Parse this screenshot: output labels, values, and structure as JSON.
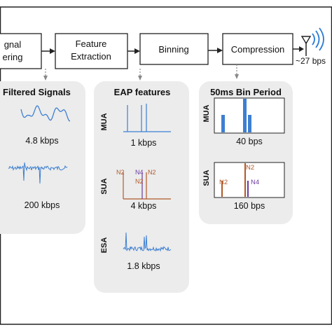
{
  "pipeline": {
    "blocks": [
      {
        "line1": "gnal",
        "line2": "ering"
      },
      {
        "line1": "Feature",
        "line2": "Extraction"
      },
      {
        "line1": "Binning",
        "line2": ""
      },
      {
        "line1": "Compression",
        "line2": ""
      }
    ],
    "output_rate": "~27 bps"
  },
  "panels": {
    "filtered": {
      "title": "Filtered Signals",
      "rate_lfp": "4.8 kbps",
      "rate_raw": "200 kbps"
    },
    "eap": {
      "title": "EAP features",
      "mua_label": "MUA",
      "sua_label": "SUA",
      "esa_label": "ESA",
      "mua_rate": "1 kbps",
      "sua_rate": "4 kbps",
      "esa_rate": "1.8 kbps",
      "sua_tags": [
        "N2",
        "N4",
        "N2",
        "N2"
      ]
    },
    "bin": {
      "title": "50ms Bin Period",
      "mua_label": "MUA",
      "sua_label": "SUA",
      "mua_rate": "40 bps",
      "sua_rate": "160 bps",
      "sua_tags": [
        "N2",
        "N2",
        "N4"
      ]
    }
  },
  "colors": {
    "blue": "#3d7fd1",
    "orange": "#b0592a",
    "purple": "#6b3aa0",
    "panel_bg": "#ececec"
  }
}
